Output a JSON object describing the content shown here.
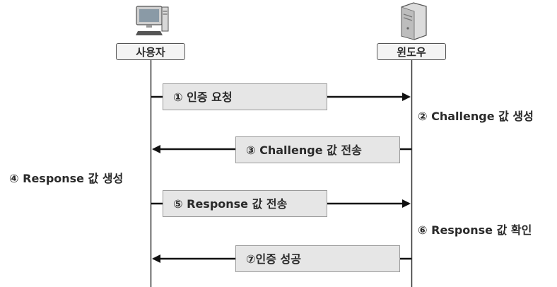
{
  "actors": {
    "user": {
      "label": "사용자",
      "icon": "desktop-computer-icon"
    },
    "windows": {
      "label": "윈도우",
      "icon": "server-tower-icon"
    }
  },
  "messages": [
    {
      "label": "① 인증 요청",
      "direction": "user-to-windows"
    },
    {
      "label": "③ Challenge 값 전송",
      "direction": "windows-to-user"
    },
    {
      "label": "⑤ Response 값 전송",
      "direction": "user-to-windows"
    },
    {
      "label": "⑦인증 성공",
      "direction": "windows-to-user"
    }
  ],
  "notes": [
    {
      "label": "② Challenge 값 생성",
      "side": "windows"
    },
    {
      "label": "④ Response 값 생성",
      "side": "user"
    },
    {
      "label": "⑥ Response 값 확인",
      "side": "windows"
    }
  ],
  "colors": {
    "lifeline": "#333333",
    "arrow": "#111111",
    "box_fill": "#e6e6e6"
  }
}
